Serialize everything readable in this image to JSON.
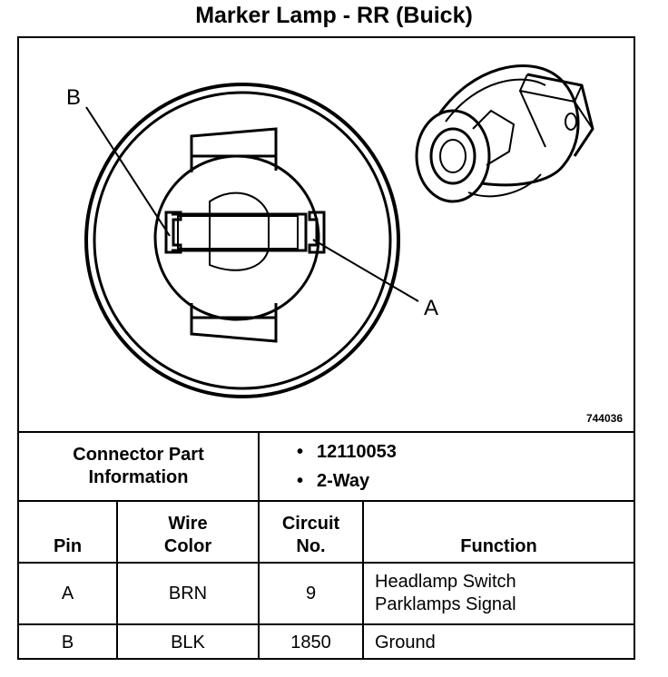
{
  "title": "Marker Lamp - RR (Buick)",
  "figure": {
    "id": "744036",
    "pin_labels": {
      "b": "B",
      "a": "A"
    }
  },
  "connector": {
    "header": "Connector Part\nInformation",
    "items": [
      "12110053",
      "2-Way"
    ]
  },
  "table": {
    "headers": {
      "pin": "Pin",
      "wire_color": "Wire\nColor",
      "circuit": "Circuit\nNo.",
      "function": "Function"
    },
    "rows": [
      {
        "pin": "A",
        "wire_color": "BRN",
        "circuit": "9",
        "function": "Headlamp Switch\nParklamps Signal"
      },
      {
        "pin": "B",
        "wire_color": "BLK",
        "circuit": "1850",
        "function": "Ground"
      }
    ]
  },
  "colors": {
    "ink": "#000000",
    "paper": "#ffffff"
  }
}
